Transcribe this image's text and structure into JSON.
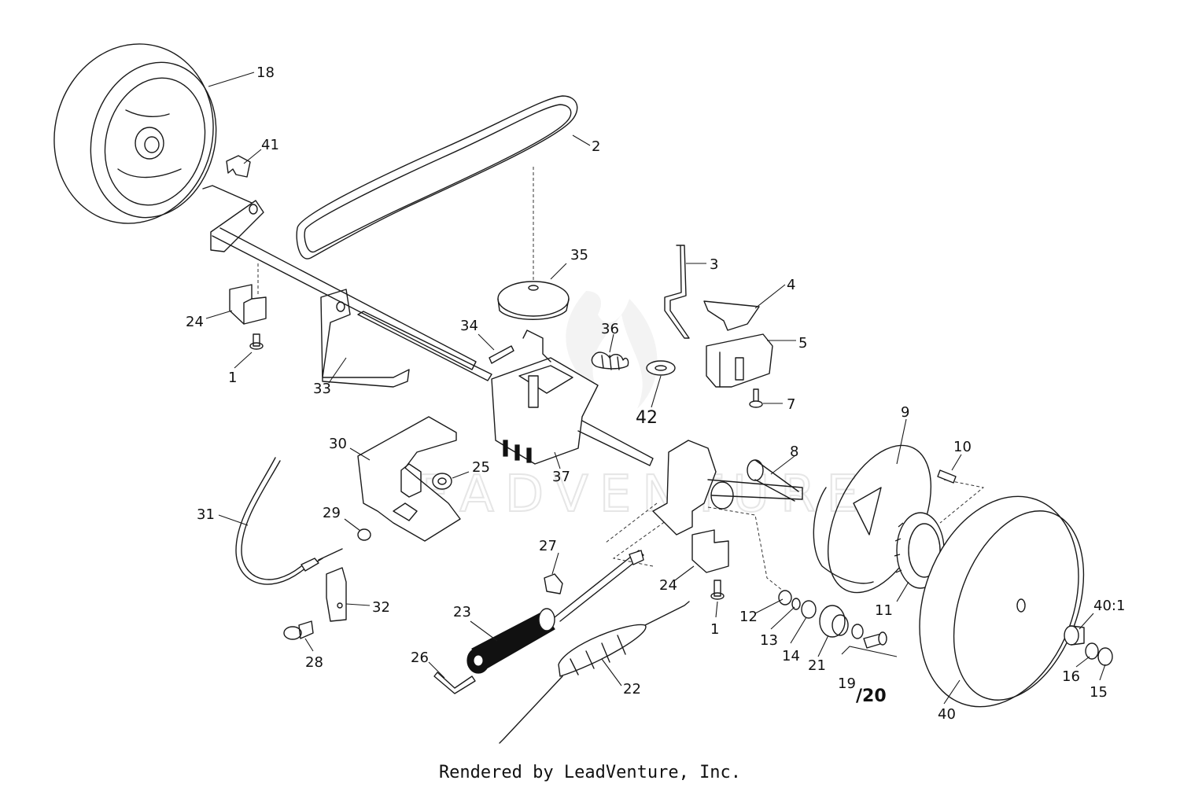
{
  "watermark": "LEADVENTURE",
  "footer": "Rendered by LeadVenture, Inc.",
  "parts": {
    "p1a": "1",
    "p1b": "1",
    "p2": "2",
    "p3": "3",
    "p4": "4",
    "p5": "5",
    "p7": "7",
    "p8": "8",
    "p9": "9",
    "p10": "10",
    "p11": "11",
    "p12": "12",
    "p13": "13",
    "p14": "14",
    "p15": "15",
    "p16": "16",
    "p18": "18",
    "p19": "19",
    "p20": "/20",
    "p21": "21",
    "p22": "22",
    "p23": "23",
    "p24a": "24",
    "p24b": "24",
    "p25": "25",
    "p26": "26",
    "p27": "27",
    "p28": "28",
    "p29": "29",
    "p30": "30",
    "p31": "31",
    "p32": "32",
    "p33": "33",
    "p34": "34",
    "p35": "35",
    "p36": "36",
    "p37": "37",
    "p40": "40",
    "p40_1": "40:1",
    "p41": "41",
    "p42": "42"
  }
}
